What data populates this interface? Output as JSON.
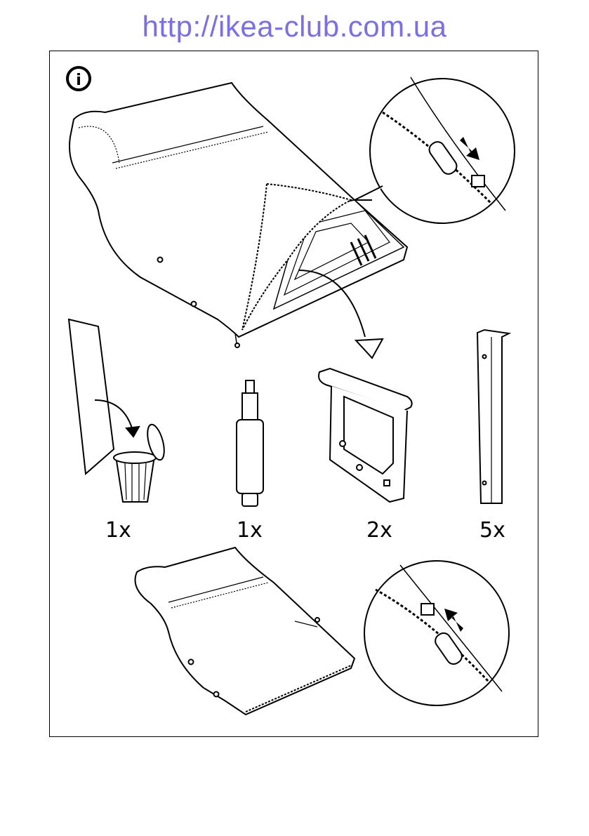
{
  "watermark": {
    "url": "http://ikea-club.com.ua"
  },
  "info_icon": {
    "glyph": "i"
  },
  "quantities": [
    {
      "item": "cardboard-sheet",
      "label": "1x"
    },
    {
      "item": "gas-cylinder",
      "label": "1x"
    },
    {
      "item": "armrest",
      "label": "2x"
    },
    {
      "item": "metal-bar",
      "label": "5x"
    }
  ]
}
